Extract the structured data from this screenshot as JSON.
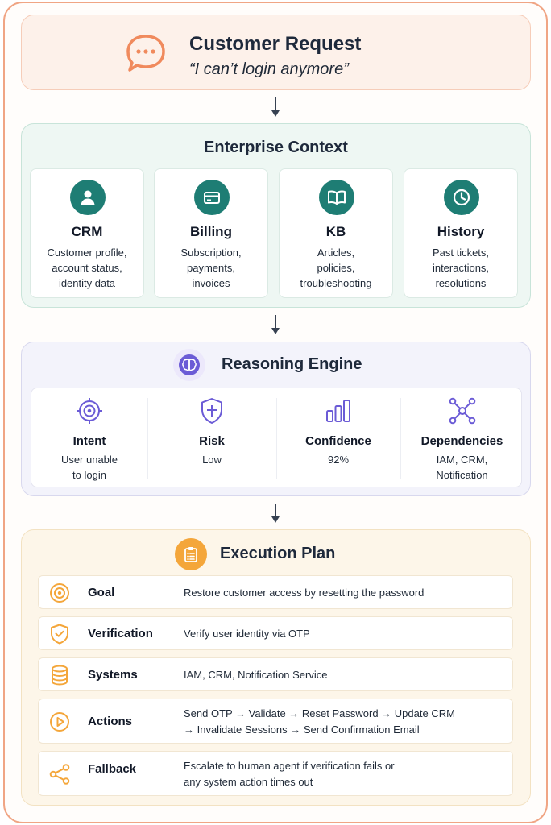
{
  "request": {
    "title": "Customer Request",
    "quote": "“I can’t login anymore”"
  },
  "context": {
    "title": "Enterprise Context",
    "cards": [
      {
        "name": "CRM",
        "lines": [
          "Customer profile,",
          "account status,",
          "identity data"
        ],
        "icon": "user-icon"
      },
      {
        "name": "Billing",
        "lines": [
          "Subscription,",
          "payments,",
          "invoices"
        ],
        "icon": "card-icon"
      },
      {
        "name": "KB",
        "lines": [
          "Articles,",
          "policies,",
          "troubleshooting"
        ],
        "icon": "book-icon"
      },
      {
        "name": "History",
        "lines": [
          "Past tickets,",
          "interactions,",
          "resolutions"
        ],
        "icon": "clock-icon"
      }
    ]
  },
  "reasoning": {
    "title": "Reasoning Engine",
    "items": [
      {
        "name": "Intent",
        "lines": [
          "User unable",
          "to login"
        ],
        "icon": "target-icon"
      },
      {
        "name": "Risk",
        "lines": [
          "Low"
        ],
        "icon": "shield-icon"
      },
      {
        "name": "Confidence",
        "lines": [
          "92%"
        ],
        "icon": "bar-chart-icon"
      },
      {
        "name": "Dependencies",
        "lines": [
          "IAM, CRM,",
          "Notification"
        ],
        "icon": "network-icon"
      }
    ]
  },
  "execution": {
    "title": "Execution Plan",
    "rows": [
      {
        "label": "Goal",
        "lines": [
          "Restore customer access by resetting the password"
        ],
        "icon": "target-icon"
      },
      {
        "label": "Verification",
        "lines": [
          "Verify user identity via OTP"
        ],
        "icon": "shield-check-icon"
      },
      {
        "label": "Systems",
        "lines": [
          "IAM, CRM, Notification Service"
        ],
        "icon": "database-icon"
      },
      {
        "label": "Actions",
        "lines": [
          "Send OTP → Validate → Reset Password → Update CRM",
          "→ Invalidate Sessions → Send Confirmation Email"
        ],
        "icon": "play-icon"
      },
      {
        "label": "Fallback",
        "lines": [
          "Escalate to human agent if verification fails or",
          "any system action times out"
        ],
        "icon": "share-icon"
      }
    ]
  },
  "colors": {
    "accent_orange": "#f4a63a",
    "teal": "#1e7d74",
    "purple": "#6b5bd6",
    "border": "#f0a584"
  }
}
